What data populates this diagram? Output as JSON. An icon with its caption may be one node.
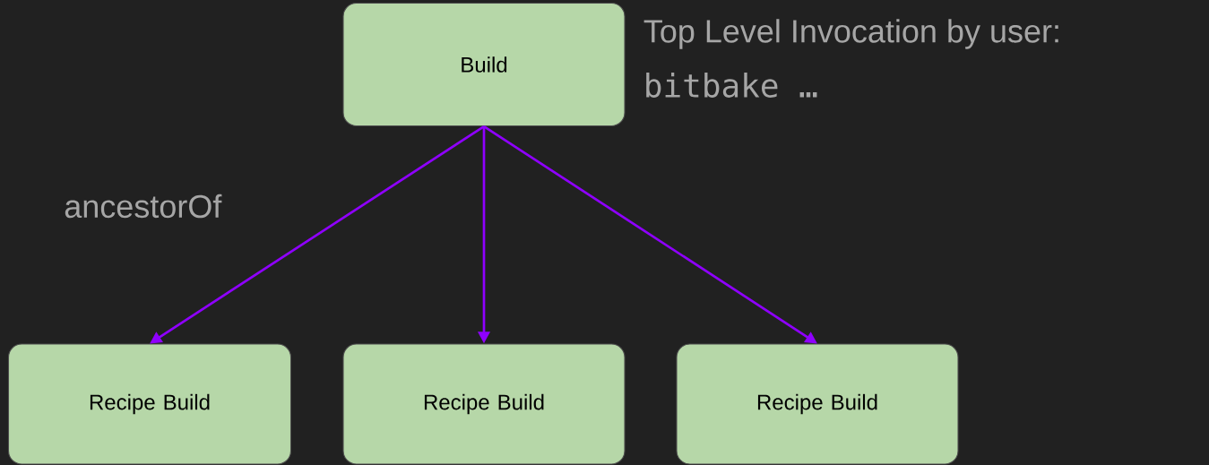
{
  "diagram": {
    "nodes": [
      {
        "text": [
          "Build"
        ],
        "beside": [
          "Top Level Invocation by user:",
          "bitbake …"
        ]
      },
      {
        "text": [
          "Recipe Build"
        ]
      },
      {
        "text": [
          "Recipe Build"
        ]
      },
      {
        "text": [
          "Recipe Build"
        ]
      }
    ],
    "edges": [
      {
        "from": 0,
        "to": 1,
        "arrow": "to"
      },
      {
        "from": 0,
        "to": 2,
        "arrow": "to"
      },
      {
        "from": 0,
        "to": 3,
        "arrow": "to"
      }
    ],
    "labels": [
      "ancestorOf"
    ]
  }
}
